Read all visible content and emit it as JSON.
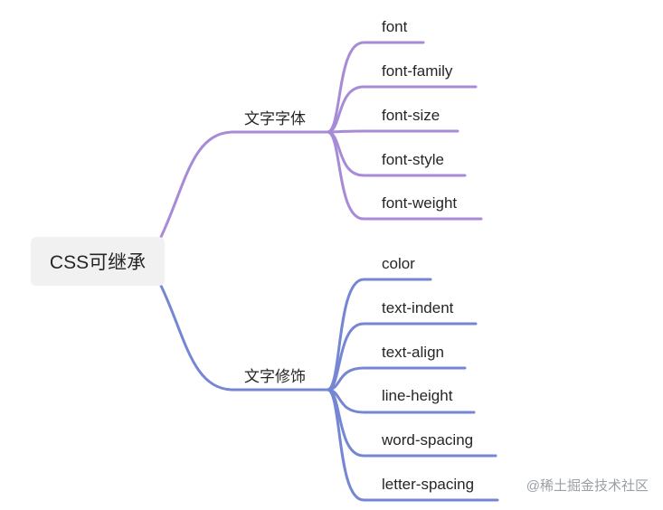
{
  "root": {
    "label": "CSS可继承"
  },
  "branches": [
    {
      "label": "文字字体",
      "color": "#a78bd6",
      "children": [
        "font",
        "font-family",
        "font-size",
        "font-style",
        "font-weight"
      ]
    },
    {
      "label": "文字修饰",
      "color": "#7586d3",
      "children": [
        "color",
        "text-indent",
        "text-align",
        "line-height",
        "word-spacing",
        "letter-spacing"
      ]
    }
  ],
  "watermark": "@稀土掘金技术社区"
}
